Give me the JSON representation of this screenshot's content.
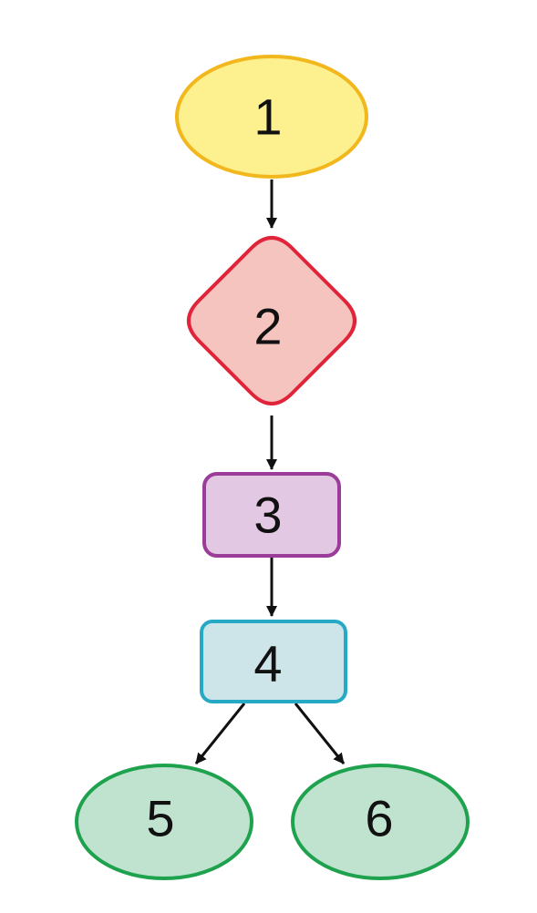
{
  "diagram": {
    "nodes": [
      {
        "id": "1",
        "label": "1",
        "shape": "ellipse",
        "fill": "#fdf08e",
        "stroke": "#f2b71c"
      },
      {
        "id": "2",
        "label": "2",
        "shape": "diamond",
        "fill": "#f6c4be",
        "stroke": "#e0243a"
      },
      {
        "id": "3",
        "label": "3",
        "shape": "rounded-rect",
        "fill": "#e2c8e2",
        "stroke": "#9b3c98"
      },
      {
        "id": "4",
        "label": "4",
        "shape": "rounded-rect",
        "fill": "#cde4e8",
        "stroke": "#25a9c4"
      },
      {
        "id": "5",
        "label": "5",
        "shape": "ellipse",
        "fill": "#c0e3cf",
        "stroke": "#1ea24e"
      },
      {
        "id": "6",
        "label": "6",
        "shape": "ellipse",
        "fill": "#c0e3cf",
        "stroke": "#1ea24e"
      }
    ],
    "edges": [
      {
        "from": "1",
        "to": "2"
      },
      {
        "from": "2",
        "to": "3"
      },
      {
        "from": "3",
        "to": "4"
      },
      {
        "from": "4",
        "to": "5"
      },
      {
        "from": "4",
        "to": "6"
      }
    ],
    "edge_color": "#111111"
  }
}
